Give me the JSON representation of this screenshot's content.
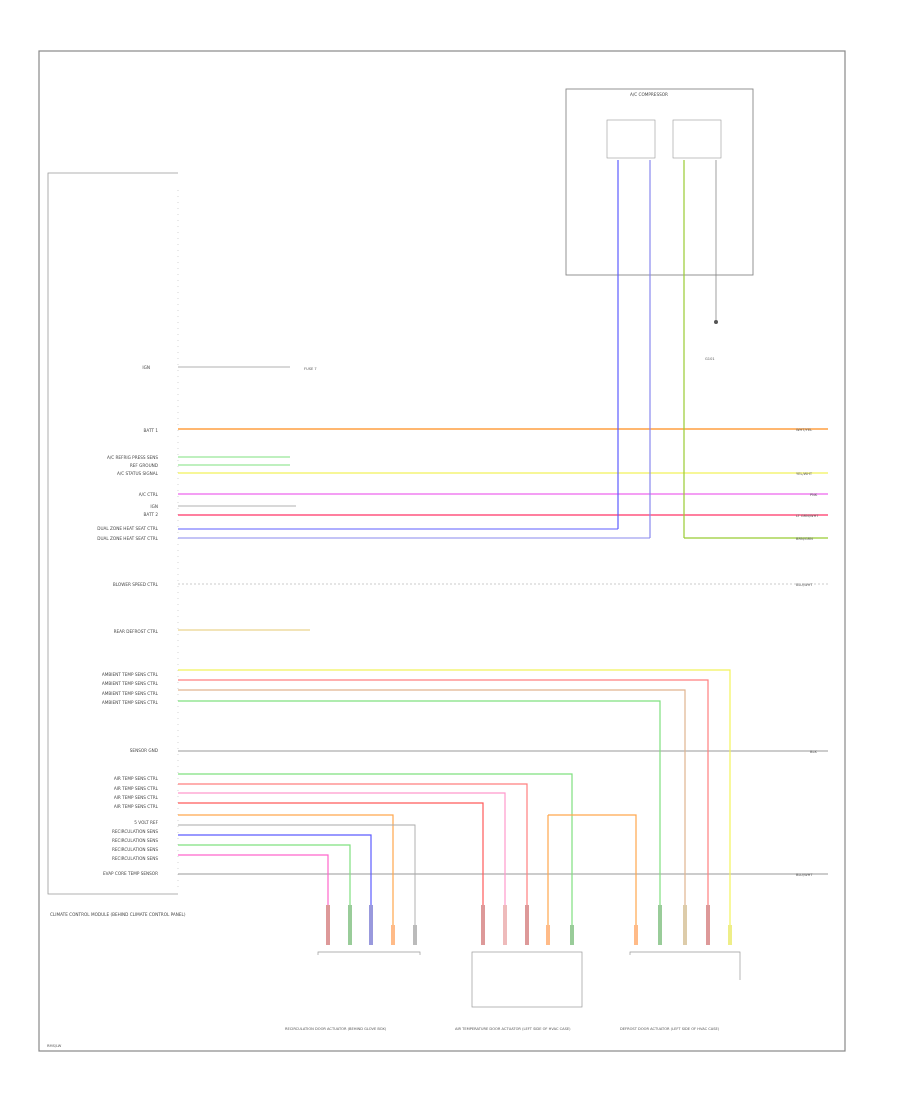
{
  "diagram": {
    "left_labels": [
      "IGN",
      "BATT 1",
      "A/C REFRIG PRESS SENS",
      "REF GROUND",
      "A/C STATUS SIGNAL",
      "A/C CTRL",
      "IGN",
      "BATT 2",
      "DUAL ZONE HEAT SEAT CTRL",
      "DUAL ZONE HEAT SEAT CTRL",
      "BLOWER SPEED CTRL",
      "REAR DEFROST CTRL",
      "AMBIENT TEMP SENS CTRL",
      "AMBIENT TEMP SENS CTRL",
      "AMBIENT TEMP SENS CTRL",
      "AMBIENT TEMP SENS CTRL",
      "SENSOR GND",
      "AIR TEMP SENS CTRL",
      "AIR TEMP SENS CTRL",
      "AIR TEMP SENS CTRL",
      "AIR TEMP SENS CTRL",
      "5 VOLT REF",
      "RECIRCULATION SENS",
      "RECIRCULATION SENS",
      "RECIRCULATION SENS",
      "RECIRCULATION SENS",
      "EVAP CORE TEMP SENSOR"
    ],
    "module_label": "CLIMATE CONTROL MODULE (BEHIND CLIMATE CONTROL PANEL)",
    "ac_compressor_label": "A/C COMPRESSOR",
    "right_labels": [
      "WHT/YEL",
      "YEL/WHT",
      "PNK",
      "LT GRN/WHT",
      "BRN/GRN",
      "BLU/WHT",
      "BLK",
      "BLU/WHT"
    ],
    "bottom_components": [
      "RECIRCULATION DOOR ACTUATOR (BEHIND GLOVE BOX)",
      "AIR TEMPERATURE DOOR ACTUATOR (LEFT SIDE OF HVAC CASE)",
      "DEFROST DOOR ACTUATOR (LEFT SIDE OF HVAC CASE)"
    ],
    "fuse_ref_label": "FUSE 7",
    "ground_label": "G101",
    "footer_code": "RMS/LW"
  }
}
